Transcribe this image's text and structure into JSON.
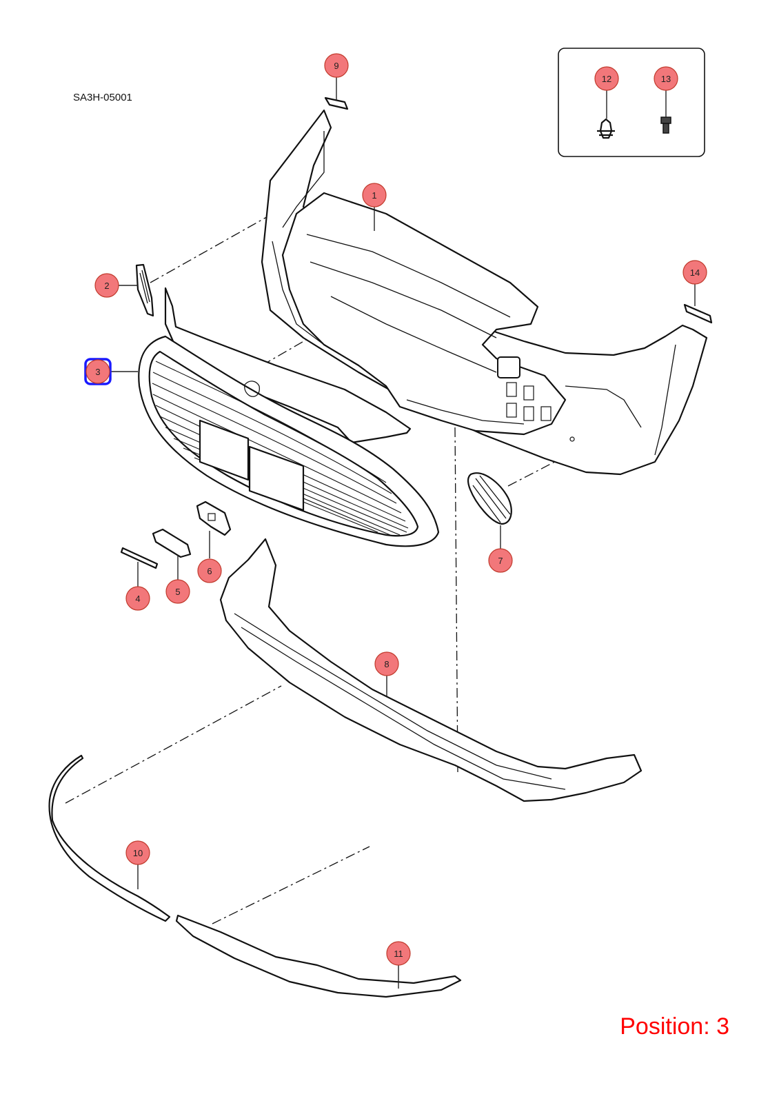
{
  "document": {
    "code": "SA3H-05001"
  },
  "position": {
    "label": "Position: 3",
    "selected_part": "3"
  },
  "callouts": [
    {
      "id": "p1",
      "label": "1"
    },
    {
      "id": "p2",
      "label": "2"
    },
    {
      "id": "p3",
      "label": "3"
    },
    {
      "id": "p4",
      "label": "4"
    },
    {
      "id": "p5",
      "label": "5"
    },
    {
      "id": "p6",
      "label": "6"
    },
    {
      "id": "p7",
      "label": "7"
    },
    {
      "id": "p8",
      "label": "8"
    },
    {
      "id": "p9",
      "label": "9"
    },
    {
      "id": "p10",
      "label": "10"
    },
    {
      "id": "p11",
      "label": "11"
    },
    {
      "id": "p12",
      "label": "12"
    },
    {
      "id": "p13",
      "label": "13"
    },
    {
      "id": "p14",
      "label": "14"
    }
  ],
  "colors": {
    "callout_fill": "#f2777a",
    "selection": "#1a1aff",
    "position_text": "#ff0000"
  }
}
